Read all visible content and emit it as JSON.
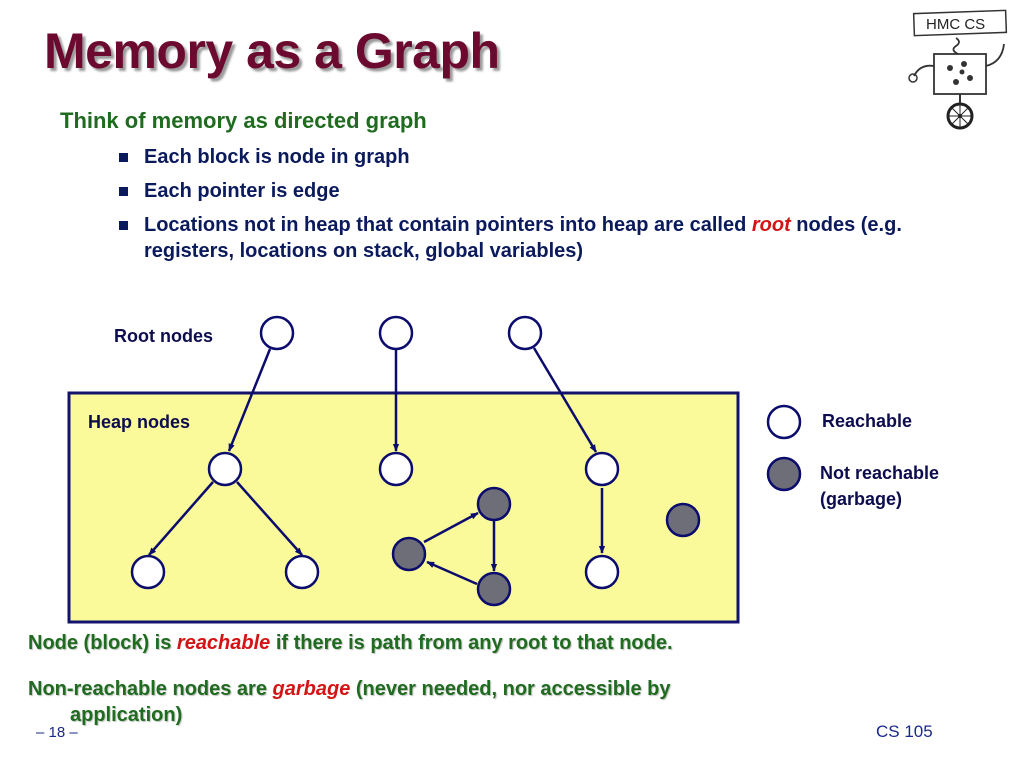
{
  "slide": {
    "title": "Memory as a Graph",
    "heading": "Think of memory as directed graph",
    "bullets": [
      "Each block is node in graph",
      "Each pointer is edge"
    ],
    "bullet3": {
      "before": "Locations not in heap that contain pointers into heap are called ",
      "emphasis": "root",
      "after": " nodes  (e.g. registers, locations on stack, global variables)"
    }
  },
  "diagram": {
    "root_label": "Root nodes",
    "heap_label": "Heap nodes",
    "legend": {
      "reachable": "Reachable",
      "not_reachable_1": "Not reachable",
      "not_reachable_2": "(garbage)"
    },
    "colors": {
      "heap_fill": "#fafa9a",
      "heap_border": "#13136e",
      "node_outline": "#0c0c6e",
      "garbage_fill": "#6e6e78",
      "edge": "#0c0c6e"
    }
  },
  "footer": {
    "line1_before": "Node (block) is ",
    "line1_em": "reachable",
    "line1_after": "  if there is path from any root to that node.",
    "line2_before": "Non-reachable nodes are ",
    "line2_em": "garbage",
    "line2_after": " (never needed, nor accessible  by",
    "line2_cont": "application)"
  },
  "page_number": "– 18 –",
  "course": "CS 105",
  "logo": {
    "text": "HMC CS",
    "icon": "robot-unicycle-icon"
  }
}
